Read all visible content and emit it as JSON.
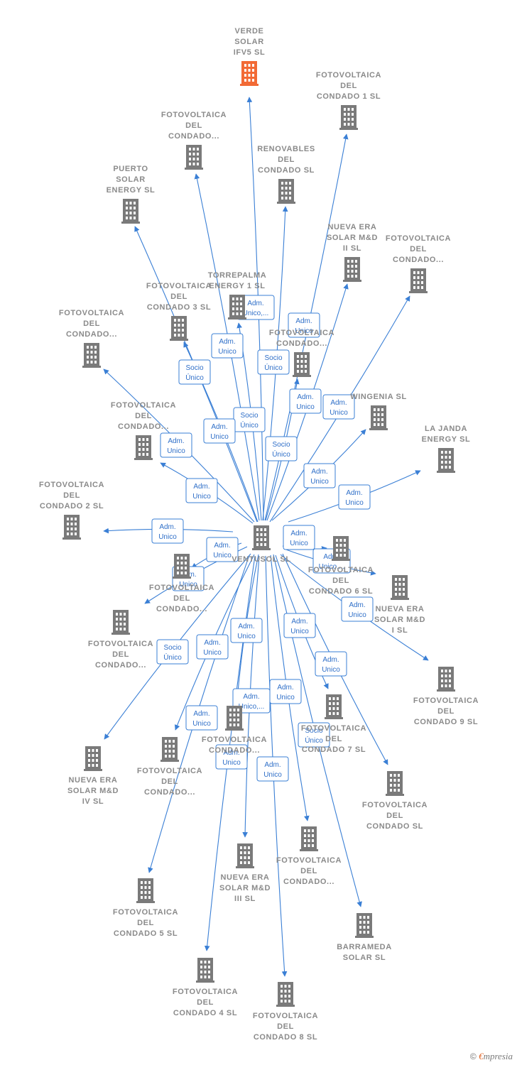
{
  "colors": {
    "edge": "#3a7fd5",
    "building": "#7a7a7a",
    "highlight": "#f26a35",
    "label": "#8a8a8a"
  },
  "center": {
    "id": "center",
    "label": [
      "VENTUSOL SL"
    ]
  },
  "nodes": [
    {
      "id": "n_verde",
      "label": [
        "VERDE",
        "SOLAR",
        "IFV5 SL"
      ],
      "highlight": true
    },
    {
      "id": "n_fc1",
      "label": [
        "FOTOVOLTAICA",
        "DEL",
        "CONDADO 1 SL"
      ]
    },
    {
      "id": "n_fcx1",
      "label": [
        "FOTOVOLTAICA",
        "DEL",
        "CONDADO..."
      ]
    },
    {
      "id": "n_renov",
      "label": [
        "RENOVABLES",
        "DEL",
        "CONDADO SL"
      ]
    },
    {
      "id": "n_puerto",
      "label": [
        "PUERTO",
        "SOLAR",
        "ENERGY SL"
      ]
    },
    {
      "id": "n_ne2",
      "label": [
        "NUEVA ERA",
        "SOLAR M&D",
        "II SL"
      ]
    },
    {
      "id": "n_fcx2",
      "label": [
        "FOTOVOLTAICA",
        "DEL",
        "CONDADO..."
      ]
    },
    {
      "id": "n_torre",
      "label": [
        "TORREPALMA",
        "ENERGY 1 SL"
      ]
    },
    {
      "id": "n_fc3",
      "label": [
        "FOTOVOLTAICA",
        "DEL",
        "CONDADO 3 SL"
      ]
    },
    {
      "id": "n_fcx3",
      "label": [
        "FOTOVOLTAICA",
        "DEL",
        "CONDADO..."
      ]
    },
    {
      "id": "n_fcx4",
      "label": [
        "FOTOVOLTAICA",
        "CONDADO..."
      ]
    },
    {
      "id": "n_wing",
      "label": [
        "WINGENIA SL"
      ]
    },
    {
      "id": "n_fcx5",
      "label": [
        "FOTOVOLTAICA",
        "DEL",
        "CONDADO..."
      ]
    },
    {
      "id": "n_janda",
      "label": [
        "LA JANDA",
        "ENERGY SL"
      ]
    },
    {
      "id": "n_fc2",
      "label": [
        "FOTOVOLTAICA",
        "DEL",
        "CONDADO 2 SL"
      ]
    },
    {
      "id": "n_fc6",
      "label": [
        "FOTOVOLTAICA",
        "DEL",
        "CONDADO 6 SL"
      ]
    },
    {
      "id": "n_fcx6",
      "label": [
        "FOTOVOLTAICA",
        "DEL",
        "CONDADO..."
      ]
    },
    {
      "id": "n_ne1",
      "label": [
        "NUEVA ERA",
        "SOLAR M&D",
        "I SL"
      ]
    },
    {
      "id": "n_fcx7",
      "label": [
        "FOTOVOLTAICA",
        "DEL",
        "CONDADO..."
      ]
    },
    {
      "id": "n_fc9",
      "label": [
        "FOTOVOLTAICA",
        "DEL",
        "CONDADO 9 SL"
      ]
    },
    {
      "id": "n_fc7",
      "label": [
        "FOTOVOLTAICA",
        "DEL",
        "CONDADO 7 SL"
      ]
    },
    {
      "id": "n_ne4",
      "label": [
        "NUEVA ERA",
        "SOLAR M&D",
        "IV SL"
      ]
    },
    {
      "id": "n_fcx8",
      "label": [
        "FOTOVOLTAICA",
        "DEL",
        "CONDADO..."
      ]
    },
    {
      "id": "n_fcx9",
      "label": [
        "FOTOVOLTAICA",
        "CONDADO..."
      ]
    },
    {
      "id": "n_fcsl",
      "label": [
        "FOTOVOLTAICA",
        "DEL",
        "CONDADO SL"
      ]
    },
    {
      "id": "n_fcx10",
      "label": [
        "FOTOVOLTAICA",
        "DEL",
        "CONDADO..."
      ]
    },
    {
      "id": "n_fc5",
      "label": [
        "FOTOVOLTAICA",
        "DEL",
        "CONDADO 5 SL"
      ]
    },
    {
      "id": "n_ne3",
      "label": [
        "NUEVA ERA",
        "SOLAR M&D",
        "III SL"
      ]
    },
    {
      "id": "n_barra",
      "label": [
        "BARRAMEDA",
        "SOLAR SL"
      ]
    },
    {
      "id": "n_fc4",
      "label": [
        "FOTOVOLTAICA",
        "DEL",
        "CONDADO 4 SL"
      ]
    },
    {
      "id": "n_fc8",
      "label": [
        "FOTOVOLTAICA",
        "DEL",
        "CONDADO 8 SL"
      ]
    }
  ],
  "edges": [
    {
      "to": "n_verde",
      "badge": [
        "Adm.",
        "Unico,..."
      ]
    },
    {
      "to": "n_fc1",
      "badge": [
        "Adm.",
        "Unico"
      ]
    },
    {
      "to": "n_fcx1",
      "badge": [
        "Adm.",
        "Unico"
      ]
    },
    {
      "to": "n_renov",
      "badge": [
        "Socio",
        "Único"
      ]
    },
    {
      "to": "n_puerto",
      "badge": [
        "Socio",
        "Único"
      ]
    },
    {
      "to": "n_ne2",
      "badge": [
        "Adm.",
        "Unico"
      ]
    },
    {
      "to": "n_fcx2",
      "badge": [
        "Adm.",
        "Unico"
      ]
    },
    {
      "to": "n_torre",
      "badge": [
        "Socio",
        "Único"
      ]
    },
    {
      "to": "n_fc3",
      "badge": [
        "Adm.",
        "Unico"
      ]
    },
    {
      "to": "n_fcx3",
      "badge": [
        "Adm.",
        "Unico"
      ]
    },
    {
      "to": "n_fcx4",
      "badge": [
        "Socio",
        "Único"
      ]
    },
    {
      "to": "n_wing",
      "badge": [
        "Adm.",
        "Unico"
      ]
    },
    {
      "to": "n_fcx5",
      "badge": [
        "Adm.",
        "Unico"
      ]
    },
    {
      "to": "n_janda",
      "badge": [
        "Adm.",
        "Unico"
      ]
    },
    {
      "to": "n_fc2",
      "badge": [
        "Adm.",
        "Unico"
      ]
    },
    {
      "to": "n_fc6",
      "badge": [
        "Adm.",
        "Unico"
      ]
    },
    {
      "to": "n_fcx6",
      "badge": [
        "Adm.",
        "Unico"
      ]
    },
    {
      "to": "n_ne1",
      "badge": [
        "Adm.",
        "Unico,..."
      ]
    },
    {
      "to": "n_fcx7",
      "badge": [
        "Adm.",
        "Unico"
      ]
    },
    {
      "to": "n_fc9",
      "badge": [
        "Adm.",
        "Unico"
      ]
    },
    {
      "to": "n_fc7",
      "badge": [
        "Adm.",
        "Unico"
      ]
    },
    {
      "to": "n_ne4",
      "badge": [
        "Socio",
        "Único"
      ]
    },
    {
      "to": "n_fcx8",
      "badge": [
        "Adm.",
        "Unico"
      ]
    },
    {
      "to": "n_fcx9",
      "badge": [
        "Adm.",
        "Unico"
      ]
    },
    {
      "to": "n_fcsl",
      "badge": [
        "Adm.",
        "Unico"
      ]
    },
    {
      "to": "n_fcx10",
      "badge": [
        "Adm.",
        "Unico"
      ]
    },
    {
      "to": "n_fc5",
      "badge": [
        "Adm.",
        "Unico"
      ]
    },
    {
      "to": "n_ne3",
      "badge": [
        "Adm.",
        "Unico,..."
      ]
    },
    {
      "to": "n_barra",
      "badge": [
        "Socio",
        "Único"
      ]
    },
    {
      "to": "n_fc4",
      "badge": [
        "Adm.",
        "Unico"
      ]
    },
    {
      "to": "n_fc8",
      "badge": [
        "Adm.",
        "Unico"
      ]
    }
  ],
  "footer": {
    "copyright_symbol": "©",
    "brand_initial": "€",
    "brand_rest": "mpresia"
  }
}
